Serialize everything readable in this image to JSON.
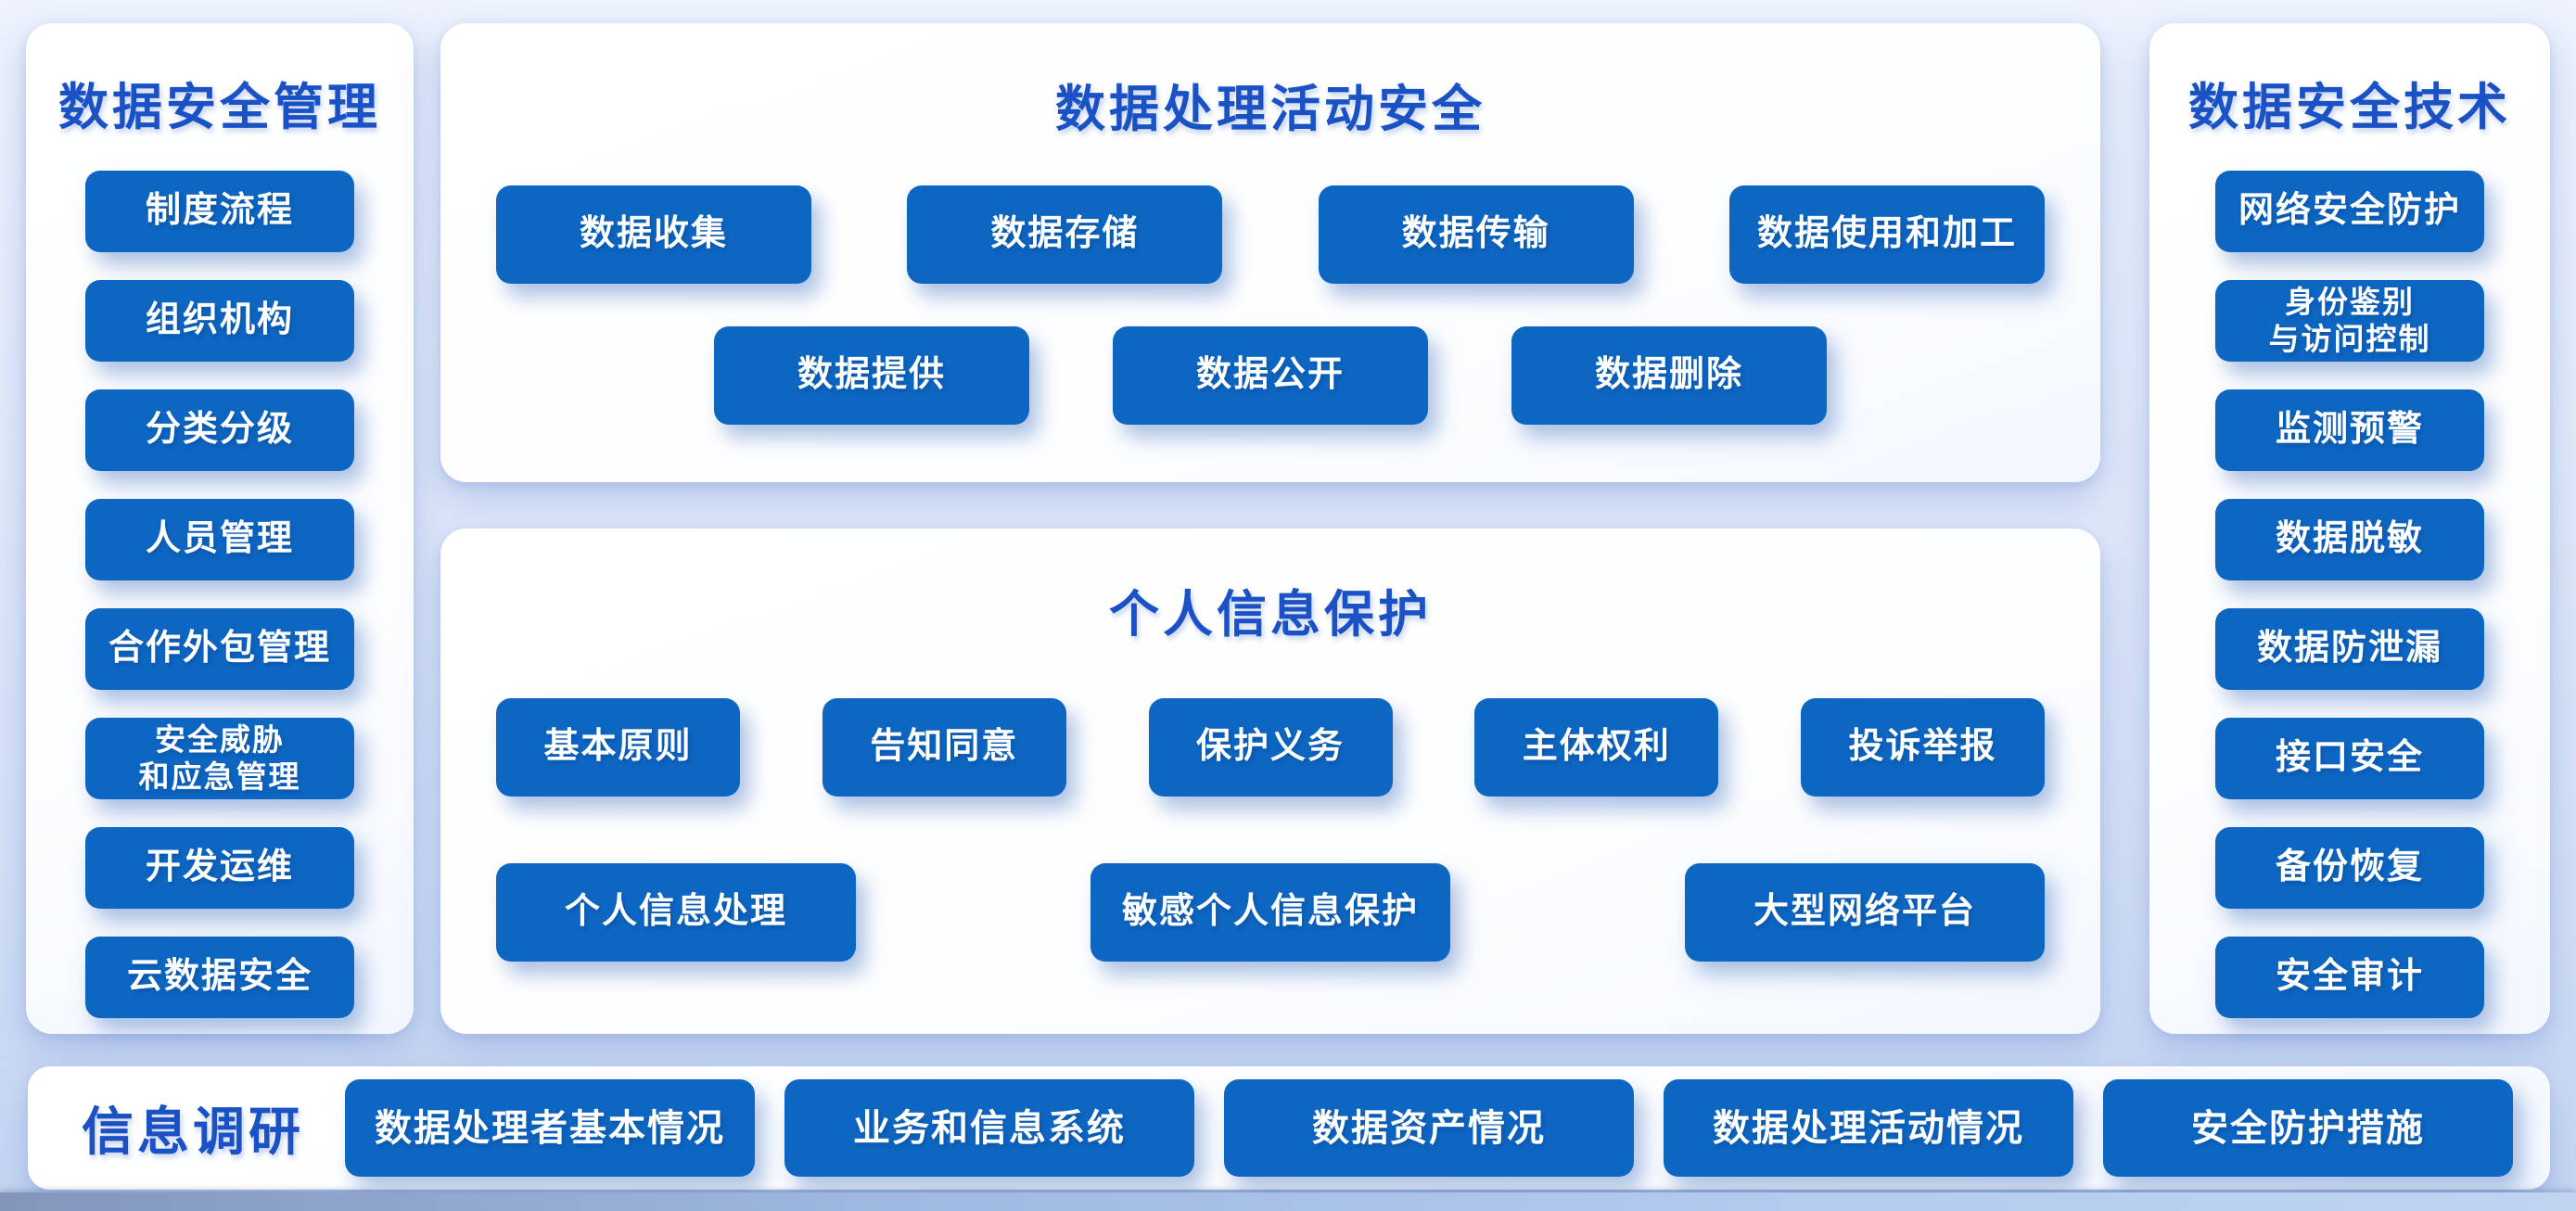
{
  "colors": {
    "button_bg": "#0d66c2",
    "button_text": "#ffffff",
    "title_text": "#1a52c6",
    "panel_bg": "#ffffff",
    "page_bg_top": "#eef3fd",
    "page_bg_bottom": "#c6d6f2"
  },
  "management": {
    "title": "数据安全管理",
    "items": [
      "制度流程",
      "组织机构",
      "分类分级",
      "人员管理",
      "合作外包管理",
      "安全威胁\n和应急管理",
      "开发运维",
      "云数据安全"
    ]
  },
  "processing": {
    "title": "数据处理活动安全",
    "rows": [
      [
        "数据收集",
        "数据存储",
        "数据传输",
        "数据使用和加工"
      ],
      [
        "数据提供",
        "数据公开",
        "数据删除"
      ]
    ]
  },
  "personal": {
    "title": "个人信息保护",
    "rows": [
      [
        "基本原则",
        "告知同意",
        "保护义务",
        "主体权利",
        "投诉举报"
      ],
      [
        "个人信息处理",
        "敏感个人信息保护",
        "大型网络平台"
      ]
    ]
  },
  "technology": {
    "title": "数据安全技术",
    "items": [
      "网络安全防护",
      "身份鉴别\n与访问控制",
      "监测预警",
      "数据脱敏",
      "数据防泄漏",
      "接口安全",
      "备份恢复",
      "安全审计"
    ]
  },
  "survey": {
    "label": "信息调研",
    "items": [
      "数据处理者基本情况",
      "业务和信息系统",
      "数据资产情况",
      "数据处理活动情况",
      "安全防护措施"
    ]
  }
}
